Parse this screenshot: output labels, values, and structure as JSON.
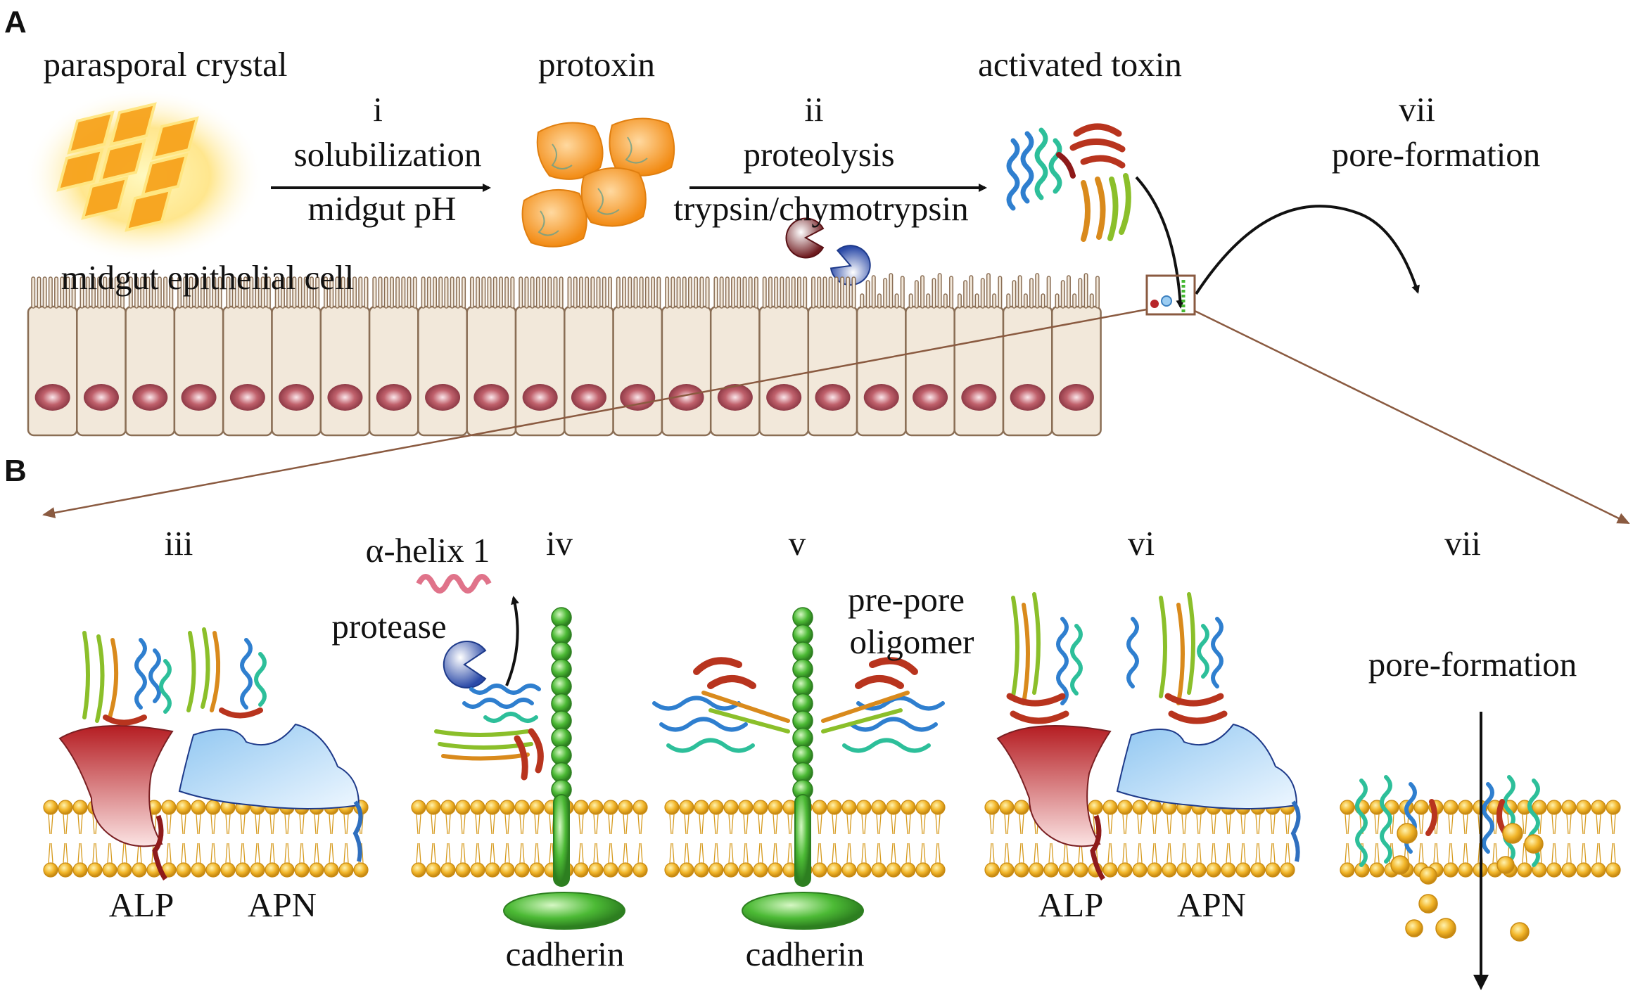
{
  "panels": {
    "a": "A",
    "b": "B"
  },
  "top": {
    "crystal": "parasporal crystal",
    "protoxin": "protoxin",
    "activated": "activated toxin",
    "step_i": {
      "num": "i",
      "top": "solubilization",
      "bottom": "midgut pH"
    },
    "step_ii": {
      "num": "ii",
      "top": "proteolysis",
      "bottom": "trypsin/chymotrypsin"
    },
    "step_vii": {
      "num": "vii",
      "label": "pore-formation"
    },
    "cell": "midgut epithelial cell"
  },
  "bottom": {
    "iii": {
      "num": "iii",
      "left": "ALP",
      "right": "APN"
    },
    "iv": {
      "num": "iv",
      "helix": "α-helix 1",
      "protease": "protease",
      "cadherin": "cadherin"
    },
    "v": {
      "num": "v",
      "oligomer_line1": "pre-pore",
      "oligomer_line2": "oligomer",
      "cadherin": "cadherin"
    },
    "vi": {
      "num": "vi",
      "left": "ALP",
      "right": "APN"
    },
    "vii": {
      "num": "vii",
      "label": "pore-formation"
    }
  },
  "colors": {
    "cell_fill": "#f2e8da",
    "cell_stroke": "#8a6e55",
    "nucleus": "#b0505a",
    "lipid": "#f0b42a",
    "cadherin": "#46b832",
    "alp": "#b8262a",
    "apn": "#9ccdf2",
    "protease_dark": "#7a1f22",
    "protease_blue": "#3a55b0",
    "pointer": "#8a5a40"
  }
}
